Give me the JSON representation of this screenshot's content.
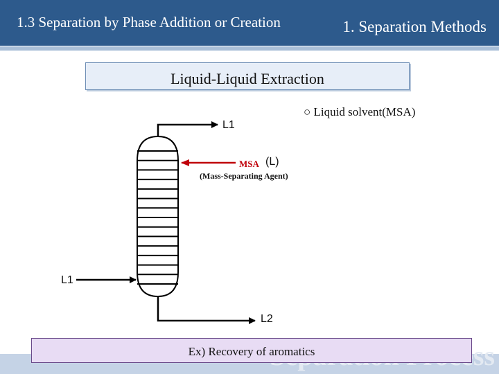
{
  "header": {
    "title": "1.3 Separation by Phase Addition or Creation",
    "section": "1. Separation Methods"
  },
  "slide": {
    "title": "Liquid-Liquid Extraction",
    "bullet": "○ Liquid solvent(MSA)",
    "example": "Ex) Recovery of aromatics",
    "watermark": "Separation Process"
  },
  "diagram": {
    "feed_top_label": "L1",
    "msa_label": "MSA",
    "msa_phase": "(L)",
    "msa_full": "(Mass-Separating Agent)",
    "feed_bottom_label": "L1",
    "product_label": "L2",
    "tray_count": 15
  },
  "colors": {
    "header": "#2d5a8c",
    "header_rule": "#a9bfd8",
    "msa_arrow": "#c0000a",
    "title_box": "#e7eef8",
    "example_box": "#e8dcf4"
  }
}
